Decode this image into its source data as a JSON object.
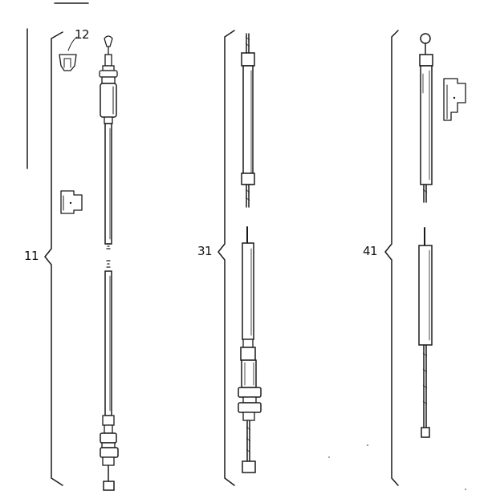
{
  "labels": {
    "group_1": "11",
    "item_12": "12",
    "group_2": "31",
    "group_3": "41"
  },
  "colors": {
    "ink": "#1a1a1a",
    "paper": "#ffffff"
  }
}
